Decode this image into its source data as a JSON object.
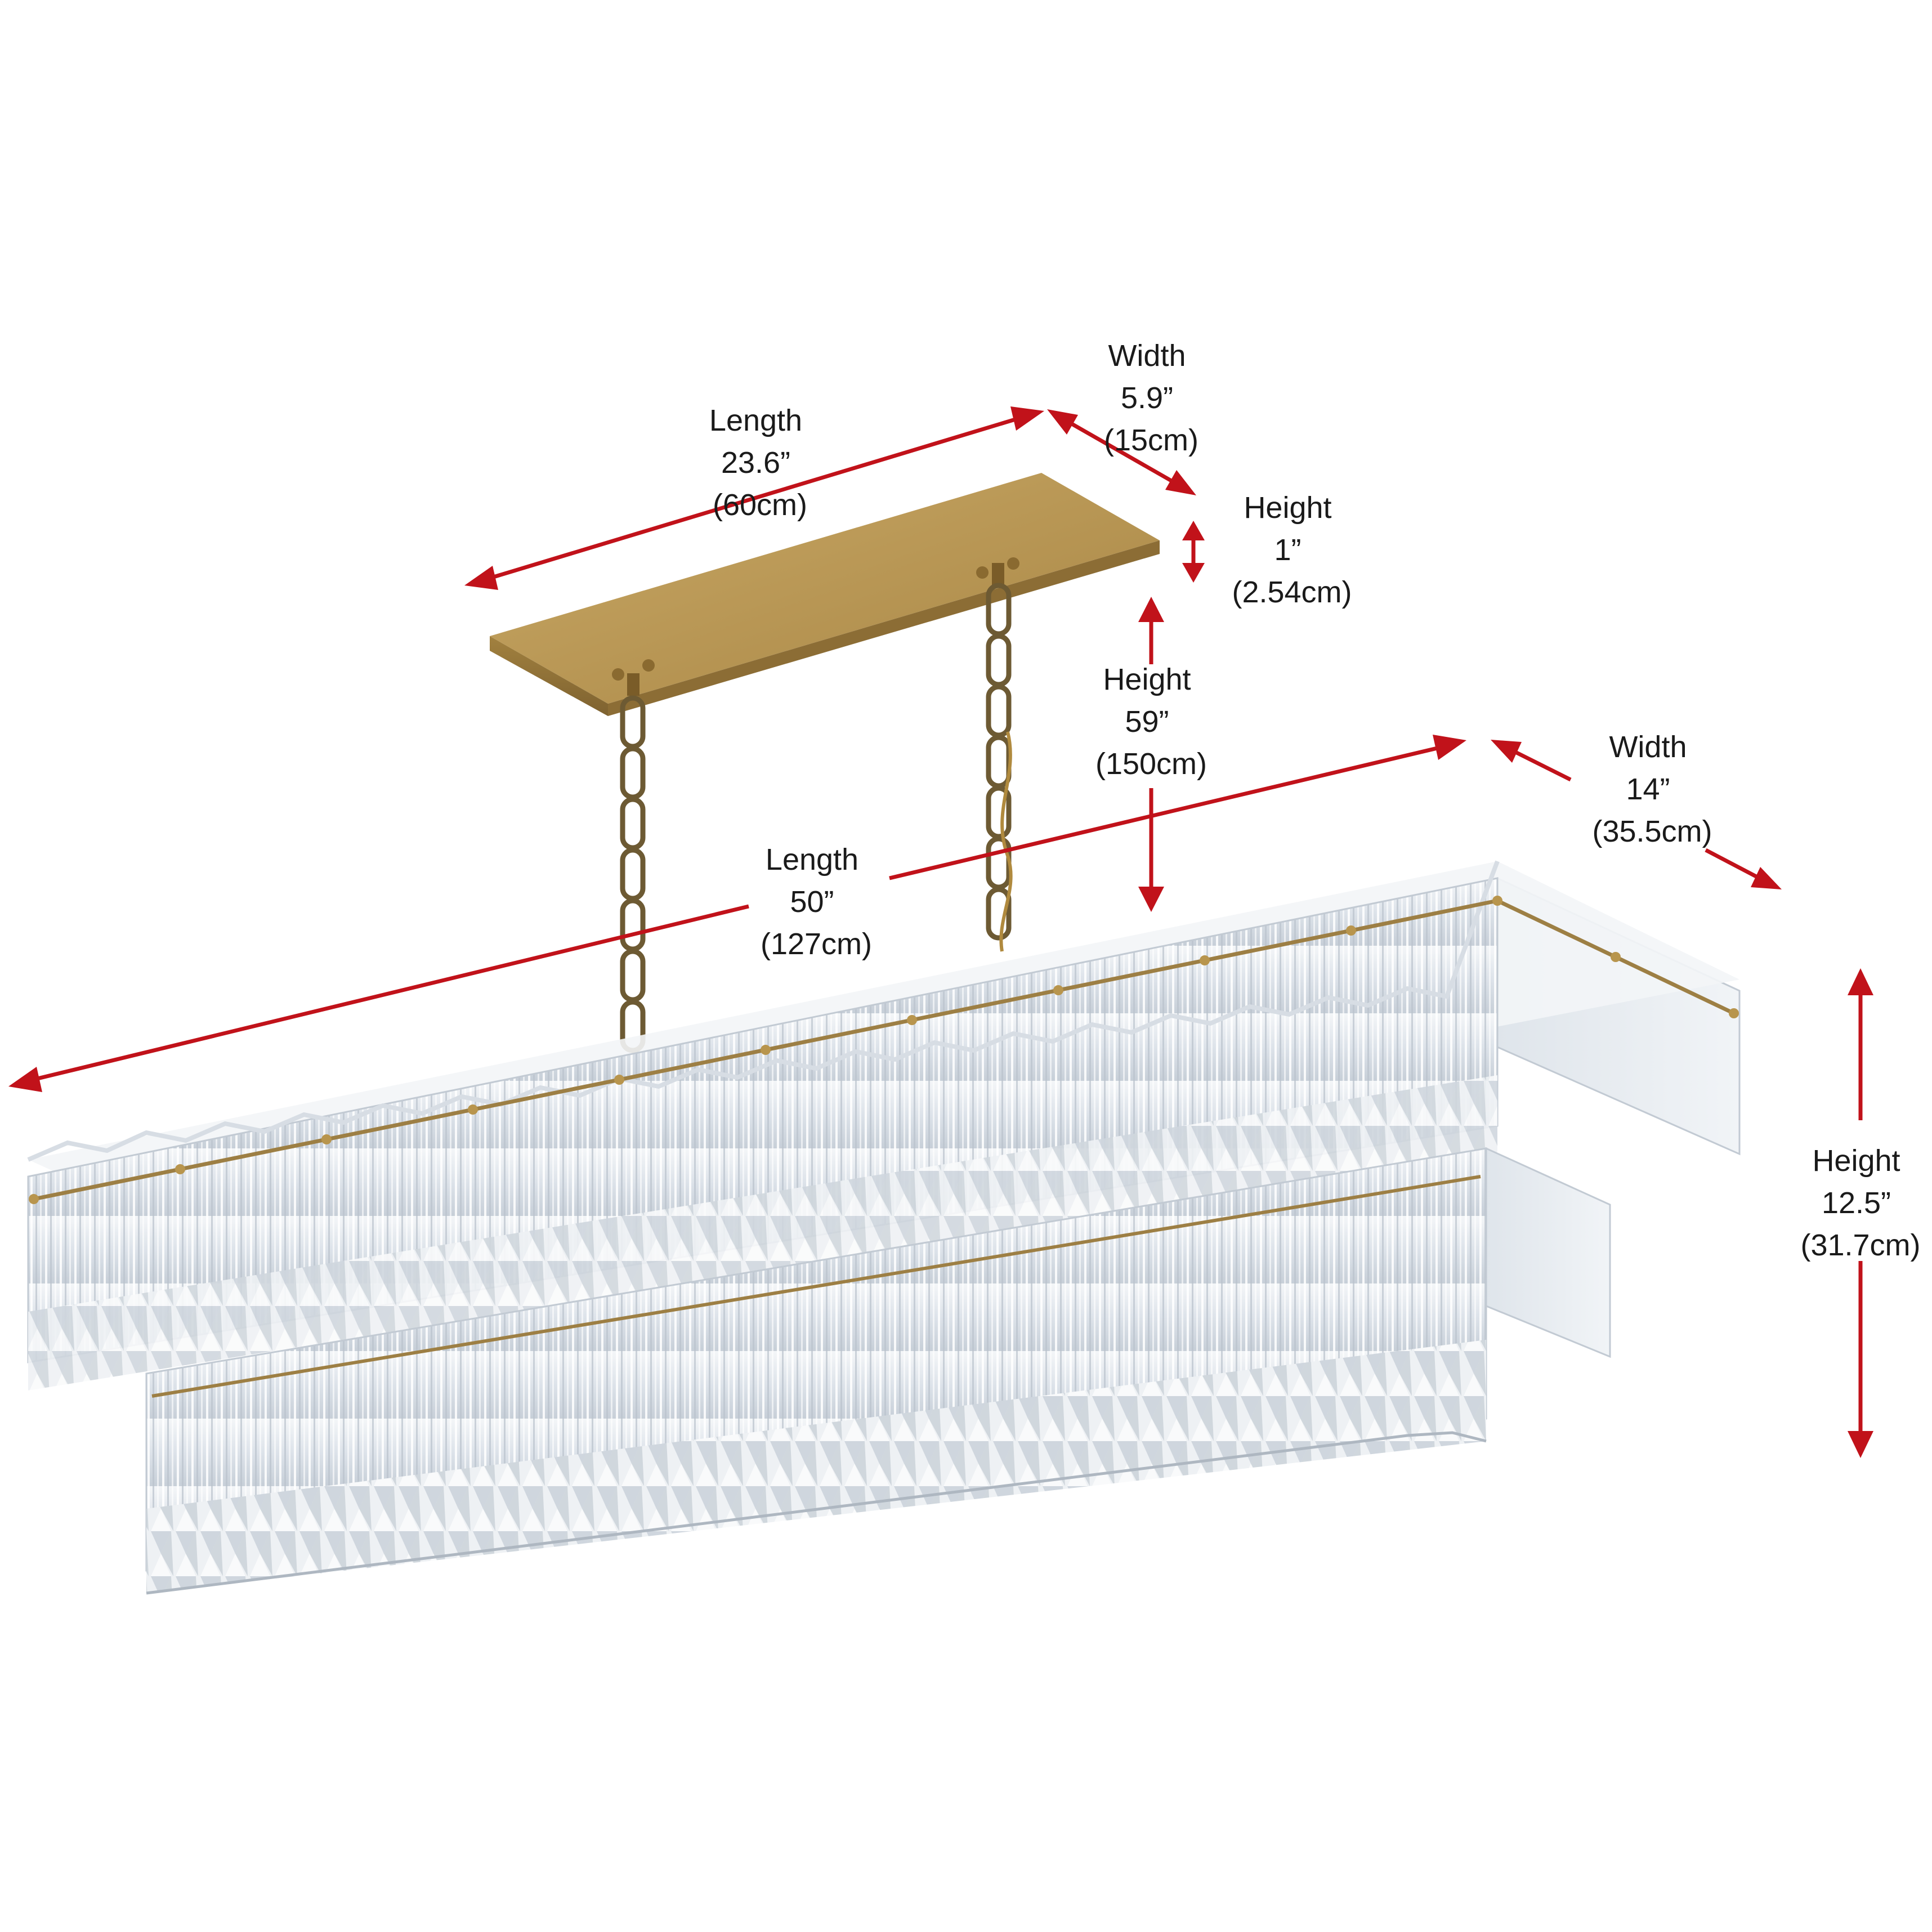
{
  "colors": {
    "arrow": "#c1121a",
    "brass": "#b8954d",
    "crystal": "#e3e8ee",
    "label": "#1a1a1a"
  },
  "dimensions": {
    "canopy_length": {
      "name": "Length",
      "imperial": "23.6”",
      "metric": "(60cm)"
    },
    "canopy_width": {
      "name": "Width",
      "imperial": "5.9”",
      "metric": "(15cm)"
    },
    "canopy_height": {
      "name": "Height",
      "imperial": "1”",
      "metric": "(2.54cm)"
    },
    "hanging_height": {
      "name": "Height",
      "imperial": "59”",
      "metric": "(150cm)"
    },
    "body_length": {
      "name": "Length",
      "imperial": "50”",
      "metric": "(127cm)"
    },
    "body_width": {
      "name": "Width",
      "imperial": "14”",
      "metric": "(35.5cm)"
    },
    "body_height": {
      "name": "Height",
      "imperial": "12.5”",
      "metric": "(31.7cm)"
    }
  }
}
